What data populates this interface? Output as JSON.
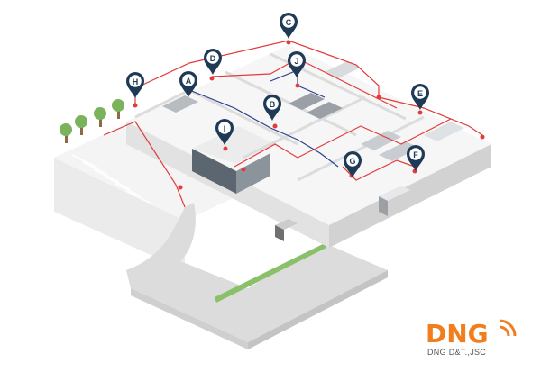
{
  "markers": [
    {
      "letter": "A"
    },
    {
      "letter": "B"
    },
    {
      "letter": "C"
    },
    {
      "letter": "D"
    },
    {
      "letter": "E"
    },
    {
      "letter": "F"
    },
    {
      "letter": "G"
    },
    {
      "letter": "H"
    },
    {
      "letter": "I"
    },
    {
      "letter": "J"
    }
  ],
  "logo": {
    "name": "DNG",
    "subtitle": "DNG D&T.,JSC"
  },
  "colors": {
    "marker_fill": "#1f3a57",
    "network_red": "#e23b3b",
    "network_blue": "#2c3f8c",
    "logo_orange": "#f07e1e"
  }
}
